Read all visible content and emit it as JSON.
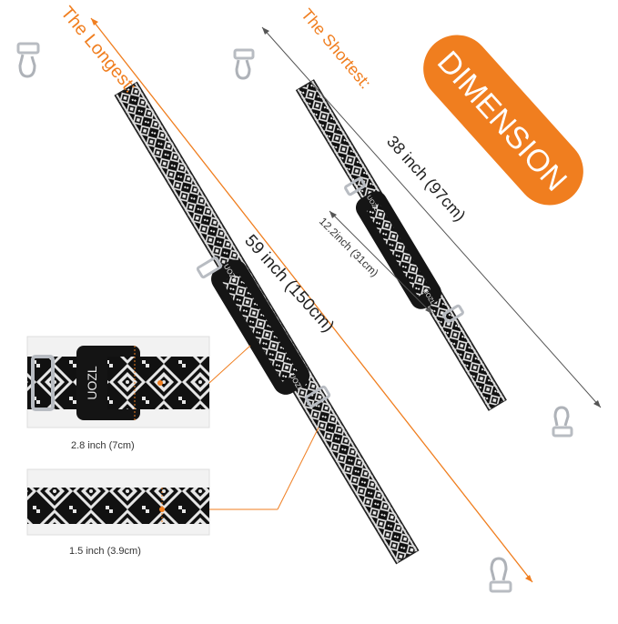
{
  "labels": {
    "longest": "The Longest:",
    "shortest": "The Shortest:",
    "badge": "DIMENSION",
    "long_length": "59 inch (150cm)",
    "short_length": "38 inch (97cm)",
    "pad_length": "12.2inch (31cm)",
    "pad_width": "2.8 inch (7cm)",
    "strap_width": "1.5 inch (3.9cm)"
  },
  "brand": "UOZL",
  "colors": {
    "accent": "#f07e1f",
    "strap_black": "#111111",
    "pattern_white": "#e8e8e8",
    "hardware": "#b8bcc2"
  },
  "icons": [
    "swivel-hook-icon",
    "slider-buckle-icon"
  ]
}
